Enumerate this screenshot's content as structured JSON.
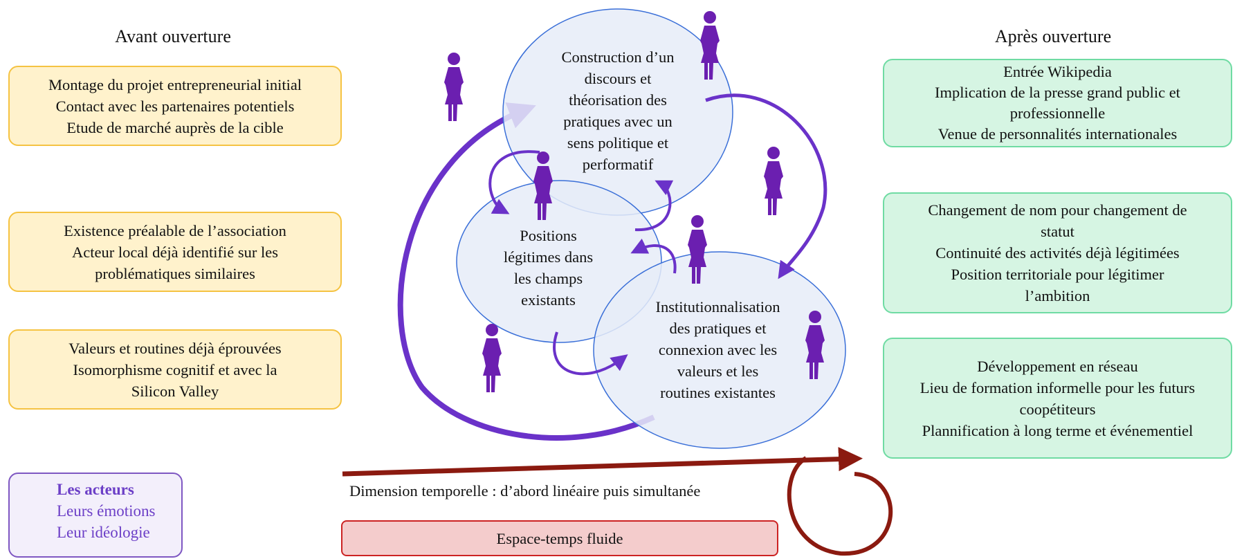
{
  "left_column": {
    "title": "Avant ouverture",
    "boxes": [
      {
        "lines": [
          "Montage du projet entrepreneurial initial",
          "Contact avec les partenaires potentiels",
          "Etude de marché auprès de la cible"
        ]
      },
      {
        "lines": [
          "Existence préalable de l’association",
          "Acteur local déjà identifié sur les",
          "problématiques similaires"
        ]
      },
      {
        "lines": [
          "Valeurs et routines déjà éprouvées",
          "Isomorphisme cognitif et  avec la",
          "Silicon Valley"
        ]
      }
    ]
  },
  "right_column": {
    "title": "Après ouverture",
    "boxes": [
      {
        "lines": [
          "Entrée Wikipedia",
          "Implication de la presse grand public et",
          "professionnelle",
          "Venue de personnalités internationales"
        ]
      },
      {
        "lines": [
          "Changement de nom pour changement de",
          "statut",
          "Continuité des activités déjà légitimées",
          "Position territoriale pour légitimer",
          "l’ambition"
        ]
      },
      {
        "lines": [
          "Développement en réseau",
          "Lieu de formation informelle pour les futurs",
          "coopétiteurs",
          "Plannification à long terme  et événementiel"
        ]
      }
    ]
  },
  "circles": {
    "top": {
      "lines": [
        "Construction d’un",
        "discours et",
        "théorisation des",
        "pratiques avec un",
        "sens politique et",
        "performatif"
      ]
    },
    "left": {
      "lines": [
        "Positions",
        "légitimes dans",
        "les champs",
        "existants"
      ]
    },
    "bottom": {
      "lines": [
        "Institutionnalisation",
        "des pratiques et",
        "connexion avec les",
        "valeurs et les",
        "routines existantes"
      ]
    }
  },
  "legend": {
    "title": "Les acteurs",
    "line1": "Leurs émotions",
    "line2": "Leur idéologie",
    "icon": "person-icon"
  },
  "timeline": {
    "label": "Dimension temporelle : d’abord linéaire puis simultanée",
    "box_label": "Espace-temps fluide"
  },
  "colors": {
    "purple": "#6a32c9",
    "figure": "#6b1fb0",
    "dark_red": "#8b1a10",
    "circle_fill": "#e6ecf8",
    "circle_stroke": "#3a6fd8"
  }
}
